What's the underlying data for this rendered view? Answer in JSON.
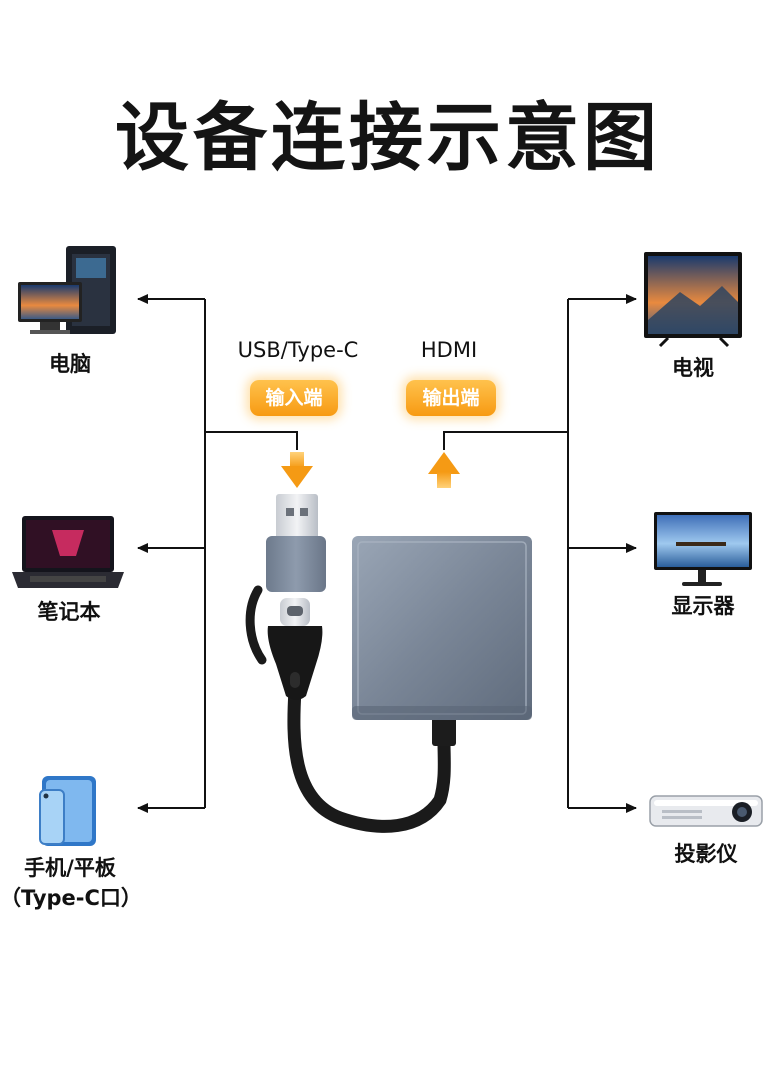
{
  "title": "设备连接示意图",
  "input_side": {
    "port_label": "USB/Type-C",
    "badge": "输入端"
  },
  "output_side": {
    "port_label": "HDMI",
    "badge": "输出端"
  },
  "sources": [
    {
      "label": "电脑",
      "icon": "desktop-pc-icon"
    },
    {
      "label": "笔记本",
      "icon": "laptop-icon"
    },
    {
      "label": "手机/平板",
      "sublabel": "（Type-C口）",
      "icon": "phone-tablet-icon"
    }
  ],
  "displays": [
    {
      "label": "电视",
      "icon": "tv-icon"
    },
    {
      "label": "显示器",
      "icon": "monitor-icon"
    },
    {
      "label": "投影仪",
      "icon": "projector-icon"
    }
  ],
  "colors": {
    "badge": "#f79a12",
    "arrow": "#f5a623",
    "adapter": "#7d8898",
    "cable": "#1a1a1a"
  }
}
